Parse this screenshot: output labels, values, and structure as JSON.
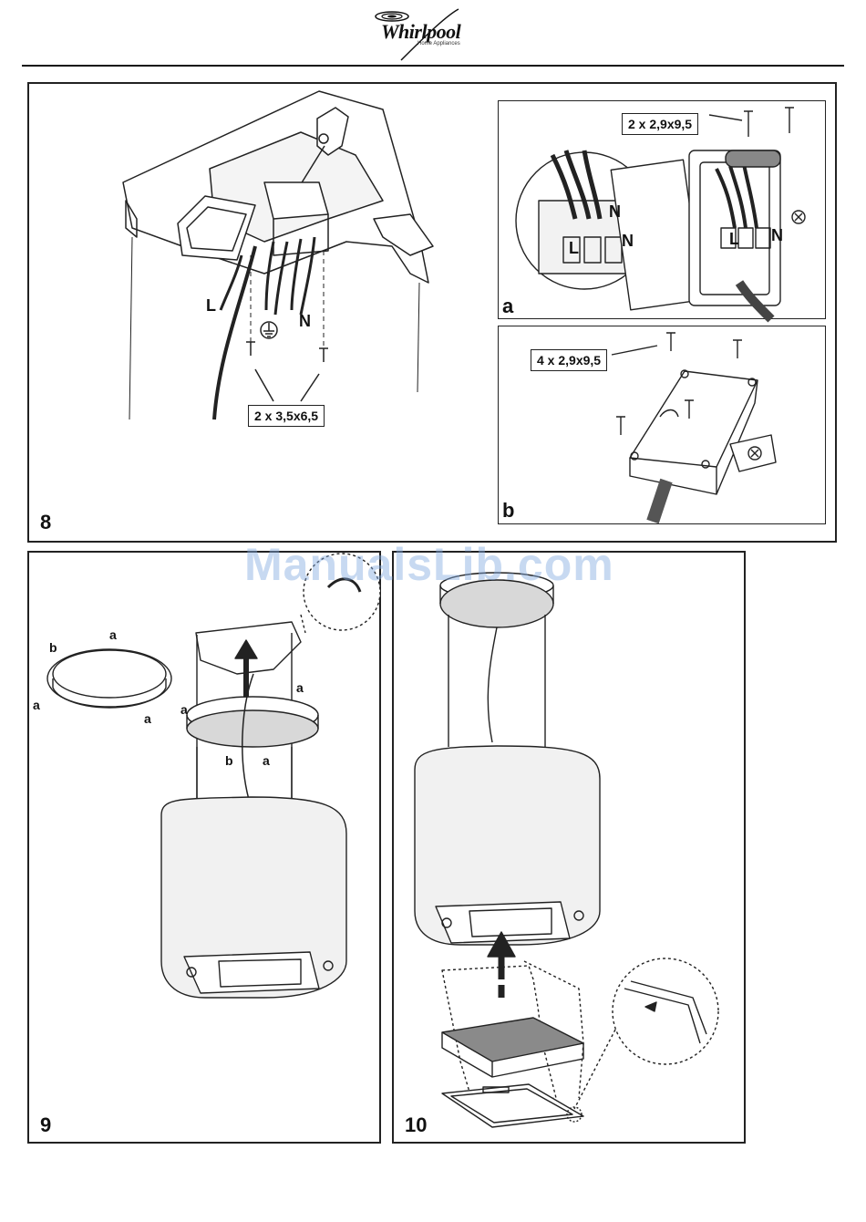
{
  "header": {
    "brand_name": "Whirlpool",
    "brand_sub": "Home Appliances"
  },
  "watermark": "ManualsLib.com",
  "figure8": {
    "number": "8",
    "wire_labels": {
      "live": "L",
      "neutral": "N"
    },
    "screws_label": "2 x 3,5x6,5",
    "inset_a": {
      "letter": "a",
      "screws_label": "2 x 2,9x9,5",
      "terminal_labels": {
        "live": "L",
        "neutral": "N",
        "neutral_top": "N"
      }
    },
    "inset_b": {
      "letter": "b",
      "screws_label": "4 x 2,9x9,5"
    }
  },
  "figure9": {
    "number": "9",
    "ring_labels": {
      "a": "a",
      "b": "b"
    }
  },
  "figure10": {
    "number": "10"
  },
  "colors": {
    "line": "#222222",
    "hood_fill": "#f1f1f1",
    "plate_fill": "#d8d8d8",
    "filter_fill": "#8a8a8a",
    "watermark": "#82aae1"
  }
}
